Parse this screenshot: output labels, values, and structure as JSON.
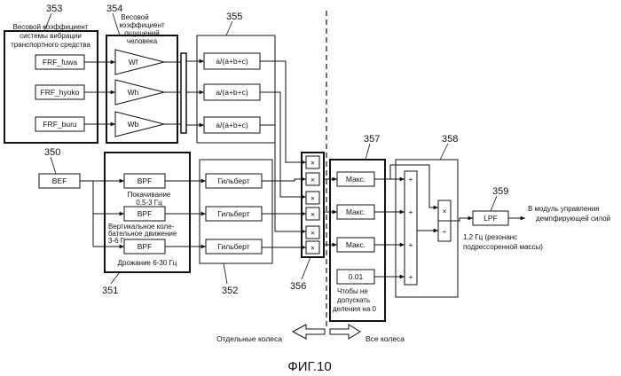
{
  "refs": {
    "r353": "353",
    "r354": "354",
    "r355": "355",
    "r350": "350",
    "r351": "351",
    "r352": "352",
    "r356": "356",
    "r357": "357",
    "r358": "358",
    "r359": "359"
  },
  "vehicle_weight": {
    "title_lines": [
      "Весовой коэффициент",
      "системы вибрации",
      "транспортного средства"
    ],
    "inputs": [
      "FRF_fuwa",
      "FRF_hyoko",
      "FRF_buru"
    ]
  },
  "human_weight": {
    "title_lines": [
      "Весовой",
      "коэффициент",
      "ощущений",
      "человека"
    ],
    "gains": [
      "Wf",
      "Wh",
      "Wb"
    ]
  },
  "ratio_blocks": [
    "a/(a+b+c)",
    "a/(a+b+c)",
    "a/(a+b+c)"
  ],
  "bef_label": "BEF",
  "bpf": {
    "label": "BPF",
    "bands": [
      [
        "Покачивание",
        "0,5-3 Гц"
      ],
      [
        "Вертикальное коле-",
        "бательное движение",
        "3-6 Гц"
      ],
      [
        "Дрожание 6-30 Гц"
      ]
    ]
  },
  "hilbert_label": "Гильберт",
  "multiply_symbol": "×",
  "max_label": "Макс.",
  "epsilon": {
    "value": "0.01",
    "note_lines": [
      "Чтобы не",
      "допускать",
      "деления на 0"
    ]
  },
  "sum_symbols": [
    "+",
    "+",
    "+",
    "+"
  ],
  "mult_symbol": "×",
  "div_symbol": "÷",
  "lpf": {
    "label": "LPF",
    "freq_lines": [
      "1,2 Гц (резонанс",
      "подрессоренной массы)"
    ]
  },
  "output_lines": [
    "В модуль управления",
    "демпфирующей силой"
  ],
  "arrows": {
    "left": "Отдельные колеса",
    "right": "Все колеса"
  },
  "figure_caption": "ФИГ.10"
}
